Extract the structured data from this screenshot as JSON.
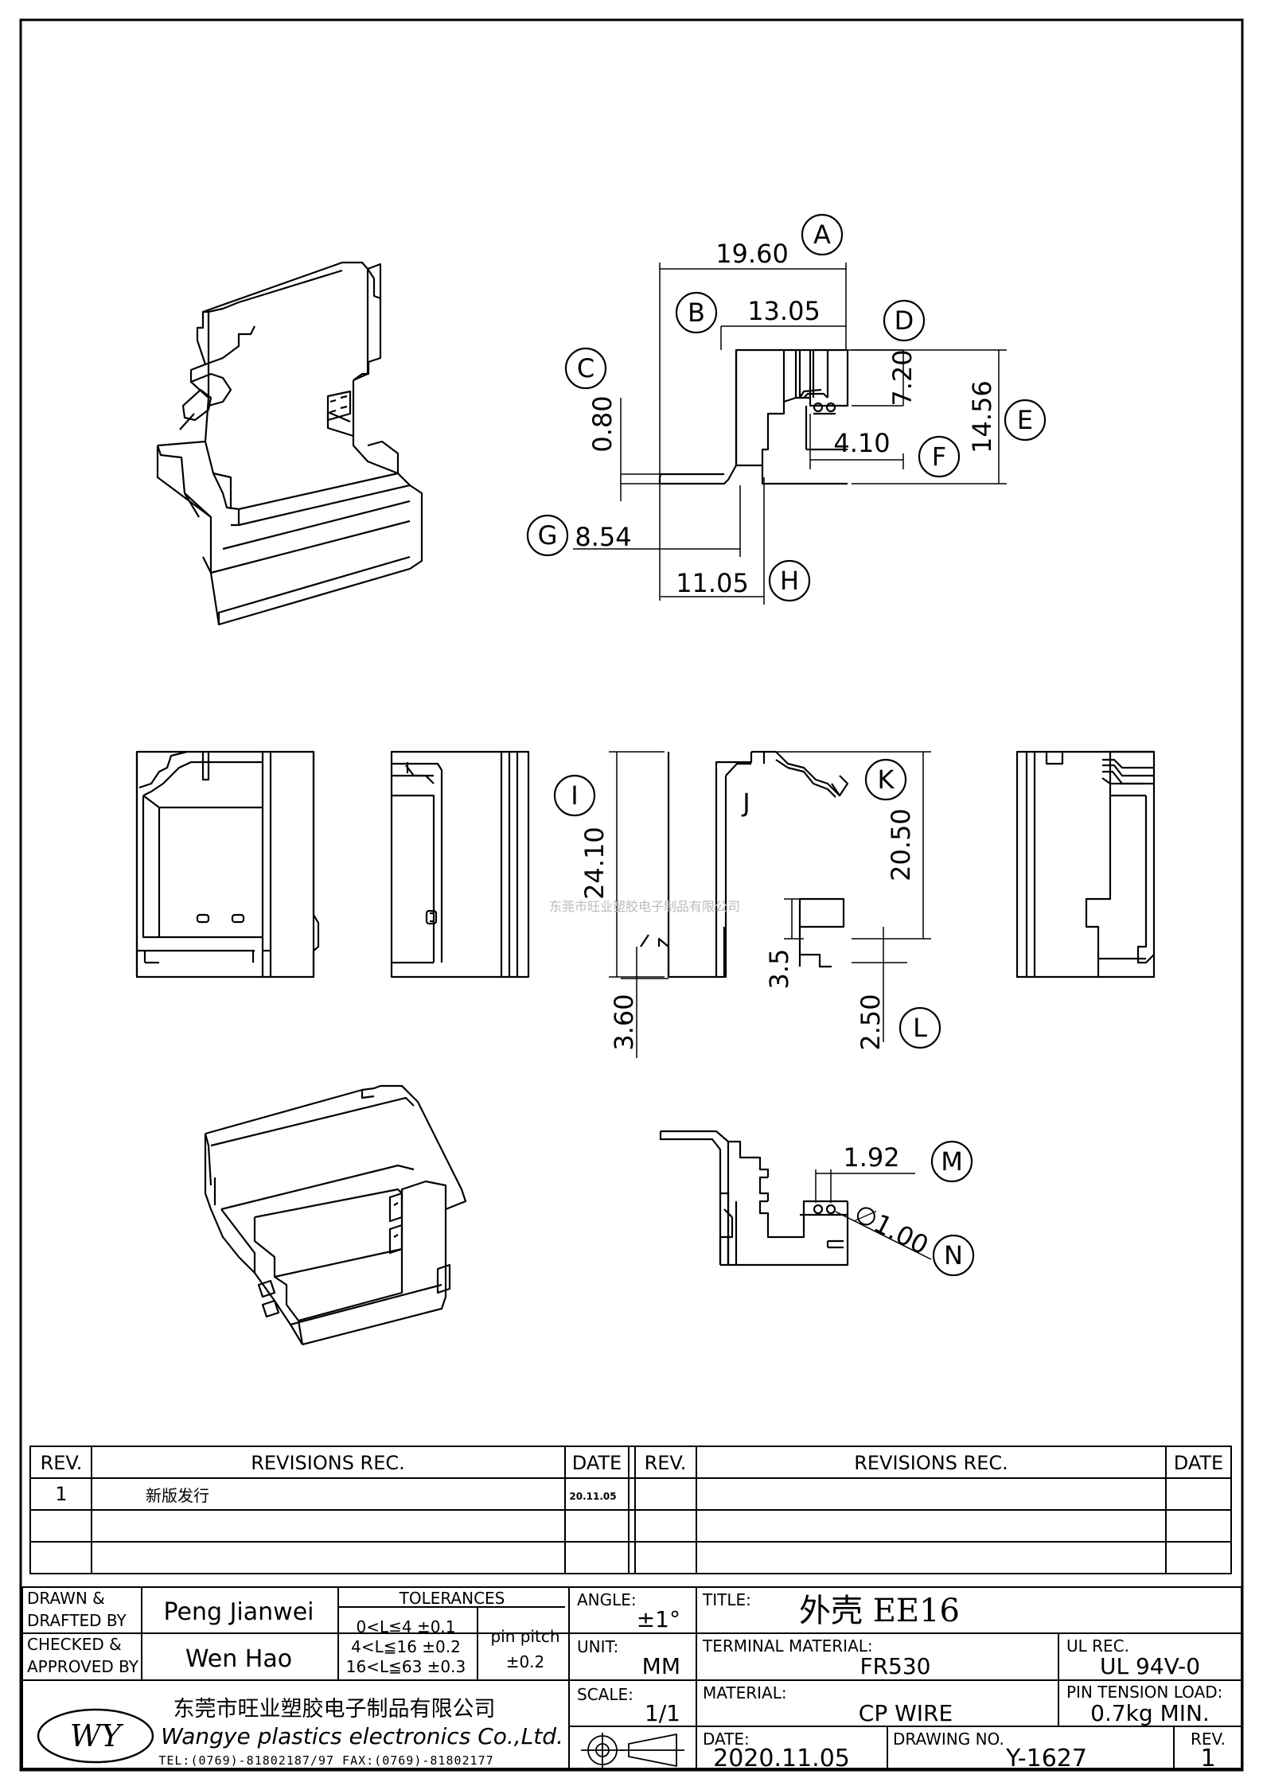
{
  "dimensions": {
    "A": {
      "letter": "A",
      "value": "19.60"
    },
    "B": {
      "letter": "B",
      "value": "13.05"
    },
    "C": {
      "letter": "C",
      "value": "0.80"
    },
    "D": {
      "letter": "D",
      "value": "7.20"
    },
    "E": {
      "letter": "E",
      "value": "14.56"
    },
    "F": {
      "letter": "F",
      "value": "4.10"
    },
    "G": {
      "letter": "G",
      "value": "8.54"
    },
    "H": {
      "letter": "H",
      "value": "11.05"
    },
    "I": {
      "letter": "I",
      "value": "24.10"
    },
    "J": {
      "letter": "J"
    },
    "K": {
      "letter": "K",
      "value": "20.50"
    },
    "L": {
      "letter": "L",
      "value": "2.50"
    },
    "M": {
      "letter": "M",
      "value": "1.92"
    },
    "N": {
      "letter": "N",
      "value": "∅1.00"
    },
    "misc_35": "3.5",
    "misc_360": "3.60"
  },
  "watermark": "东莞市旺业塑胶电子制品有限公司",
  "revisions": {
    "headers": {
      "rev": "REV.",
      "rec": "REVISIONS   REC.",
      "date": "DATE"
    },
    "rows": [
      {
        "rev": "1",
        "rec": "新版发行",
        "date": "20.11.05"
      }
    ]
  },
  "title_block": {
    "drawn_label_1": "DRAWN &",
    "drawn_label_2": "DRAFTED BY",
    "drawn_value": "Peng Jianwei",
    "checked_label_1": "CHECKED &",
    "checked_label_2": "APPROVED BY",
    "checked_value": "Wen Hao",
    "tolerances_label": "TOLERANCES",
    "tol_1": "0<L≦4   ±0.1",
    "tol_2": "4<L≦16  ±0.2",
    "tol_3": "16<L≦63  ±0.3",
    "pin_pitch_label": "pin pitch",
    "pin_pitch_value": "±0.2",
    "angle_label": "ANGLE:",
    "angle_value": "±1°",
    "unit_label": "UNIT:",
    "unit_value": "MM",
    "scale_label": "SCALE:",
    "scale_value": "1/1",
    "title_label": "TITLE:",
    "title_value": "外壳  EE16",
    "terminal_label": "TERMINAL MATERIAL:",
    "terminal_value": "FR530",
    "ul_label": "UL REC.",
    "ul_value": "UL 94V-0",
    "material_label": "MATERIAL:",
    "material_value": "CP WIRE",
    "pin_tension_label": "PIN TENSION LOAD:",
    "pin_tension_value": "0.7kg  MIN.",
    "date_label": "DATE:",
    "date_value": "2020.11.05",
    "drawing_no_label": "DRAWING NO.",
    "drawing_no_value": "Y-1627",
    "rev_label": "REV.",
    "rev_value": "1"
  },
  "company": {
    "logo": "WY",
    "name_cn": "东莞市旺业塑胶电子制品有限公司",
    "name_en": "Wangye plastics electronics Co.,Ltd.",
    "contact": "TEL:(0769)-81802187/97   FAX:(0769)-81802177"
  }
}
